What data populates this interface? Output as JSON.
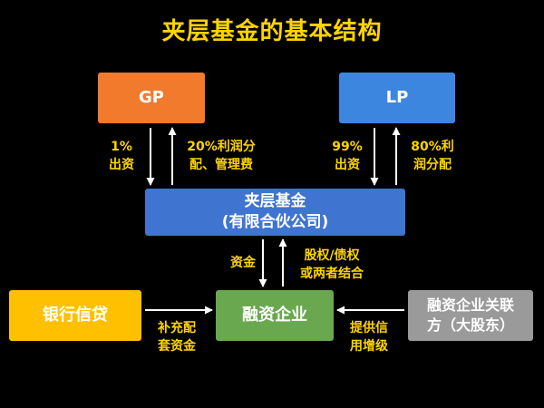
{
  "title": "夹层基金的基本结构",
  "nodes": {
    "gp": {
      "label": "GP",
      "color": "#f27a2c"
    },
    "lp": {
      "label": "LP",
      "color": "#3d86e0"
    },
    "mezz_fund": {
      "line1": "夹层基金",
      "line2": "(有限合伙公司)",
      "color": "#3f74d0"
    },
    "financing_company": {
      "label": "融资企业",
      "color": "#6aa84f"
    },
    "bank_credit": {
      "label": "银行信贷",
      "color": "#ffc000"
    },
    "related_party": {
      "line1": "融资企业关联",
      "line2": "方（大股东）",
      "color": "#9a9a9a"
    }
  },
  "edges": {
    "gp_to_fund": {
      "line1": "1%",
      "line2": "出资"
    },
    "fund_to_gp": {
      "line1": "20%利润分",
      "line2": "配、管理费"
    },
    "lp_to_fund": {
      "line1": "99%",
      "line2": "出资"
    },
    "fund_to_lp": {
      "line1": "80%利",
      "line2": "润分配"
    },
    "fund_to_company": {
      "line1": "资金"
    },
    "company_to_fund": {
      "line1": "股权/债权",
      "line2": "或两者结合"
    },
    "bank_to_company": {
      "line1": "补充配",
      "line2": "套资金"
    },
    "related_to_company": {
      "line1": "提供信",
      "line2": "用增级"
    }
  },
  "colors": {
    "background": "#000000",
    "title_text": "#ffd400",
    "label_text": "#ffd400",
    "arrow": "#ffffff"
  }
}
